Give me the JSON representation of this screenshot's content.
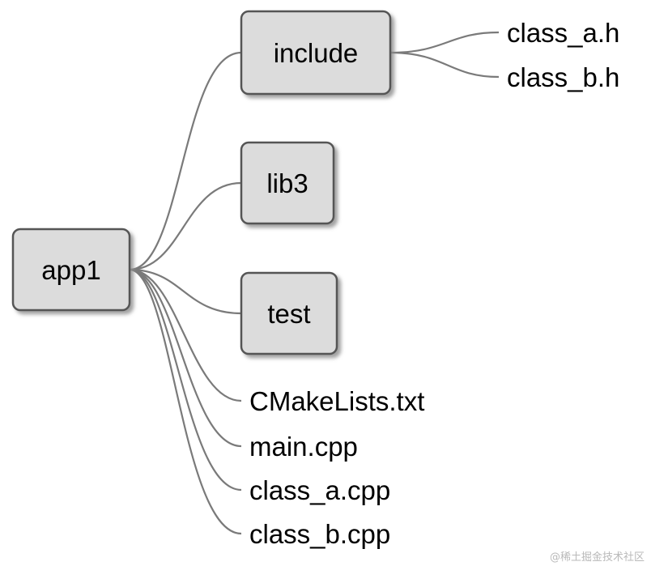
{
  "tree": {
    "root": {
      "label": "app1"
    },
    "children": [
      {
        "label": "include",
        "kind": "folder",
        "children": [
          {
            "label": "class_a.h"
          },
          {
            "label": "class_b.h"
          }
        ]
      },
      {
        "label": "lib3",
        "kind": "folder"
      },
      {
        "label": "test",
        "kind": "folder"
      },
      {
        "label": "CMakeLists.txt",
        "kind": "file"
      },
      {
        "label": "main.cpp",
        "kind": "file"
      },
      {
        "label": "class_a.cpp",
        "kind": "file"
      },
      {
        "label": "class_b.cpp",
        "kind": "file"
      }
    ]
  },
  "watermark": "@稀土掘金技术社区",
  "colors": {
    "node_fill": "#dcdcdc",
    "node_stroke": "#555555",
    "edge": "#7a7a7a",
    "shadow": "#9a9a9a"
  }
}
